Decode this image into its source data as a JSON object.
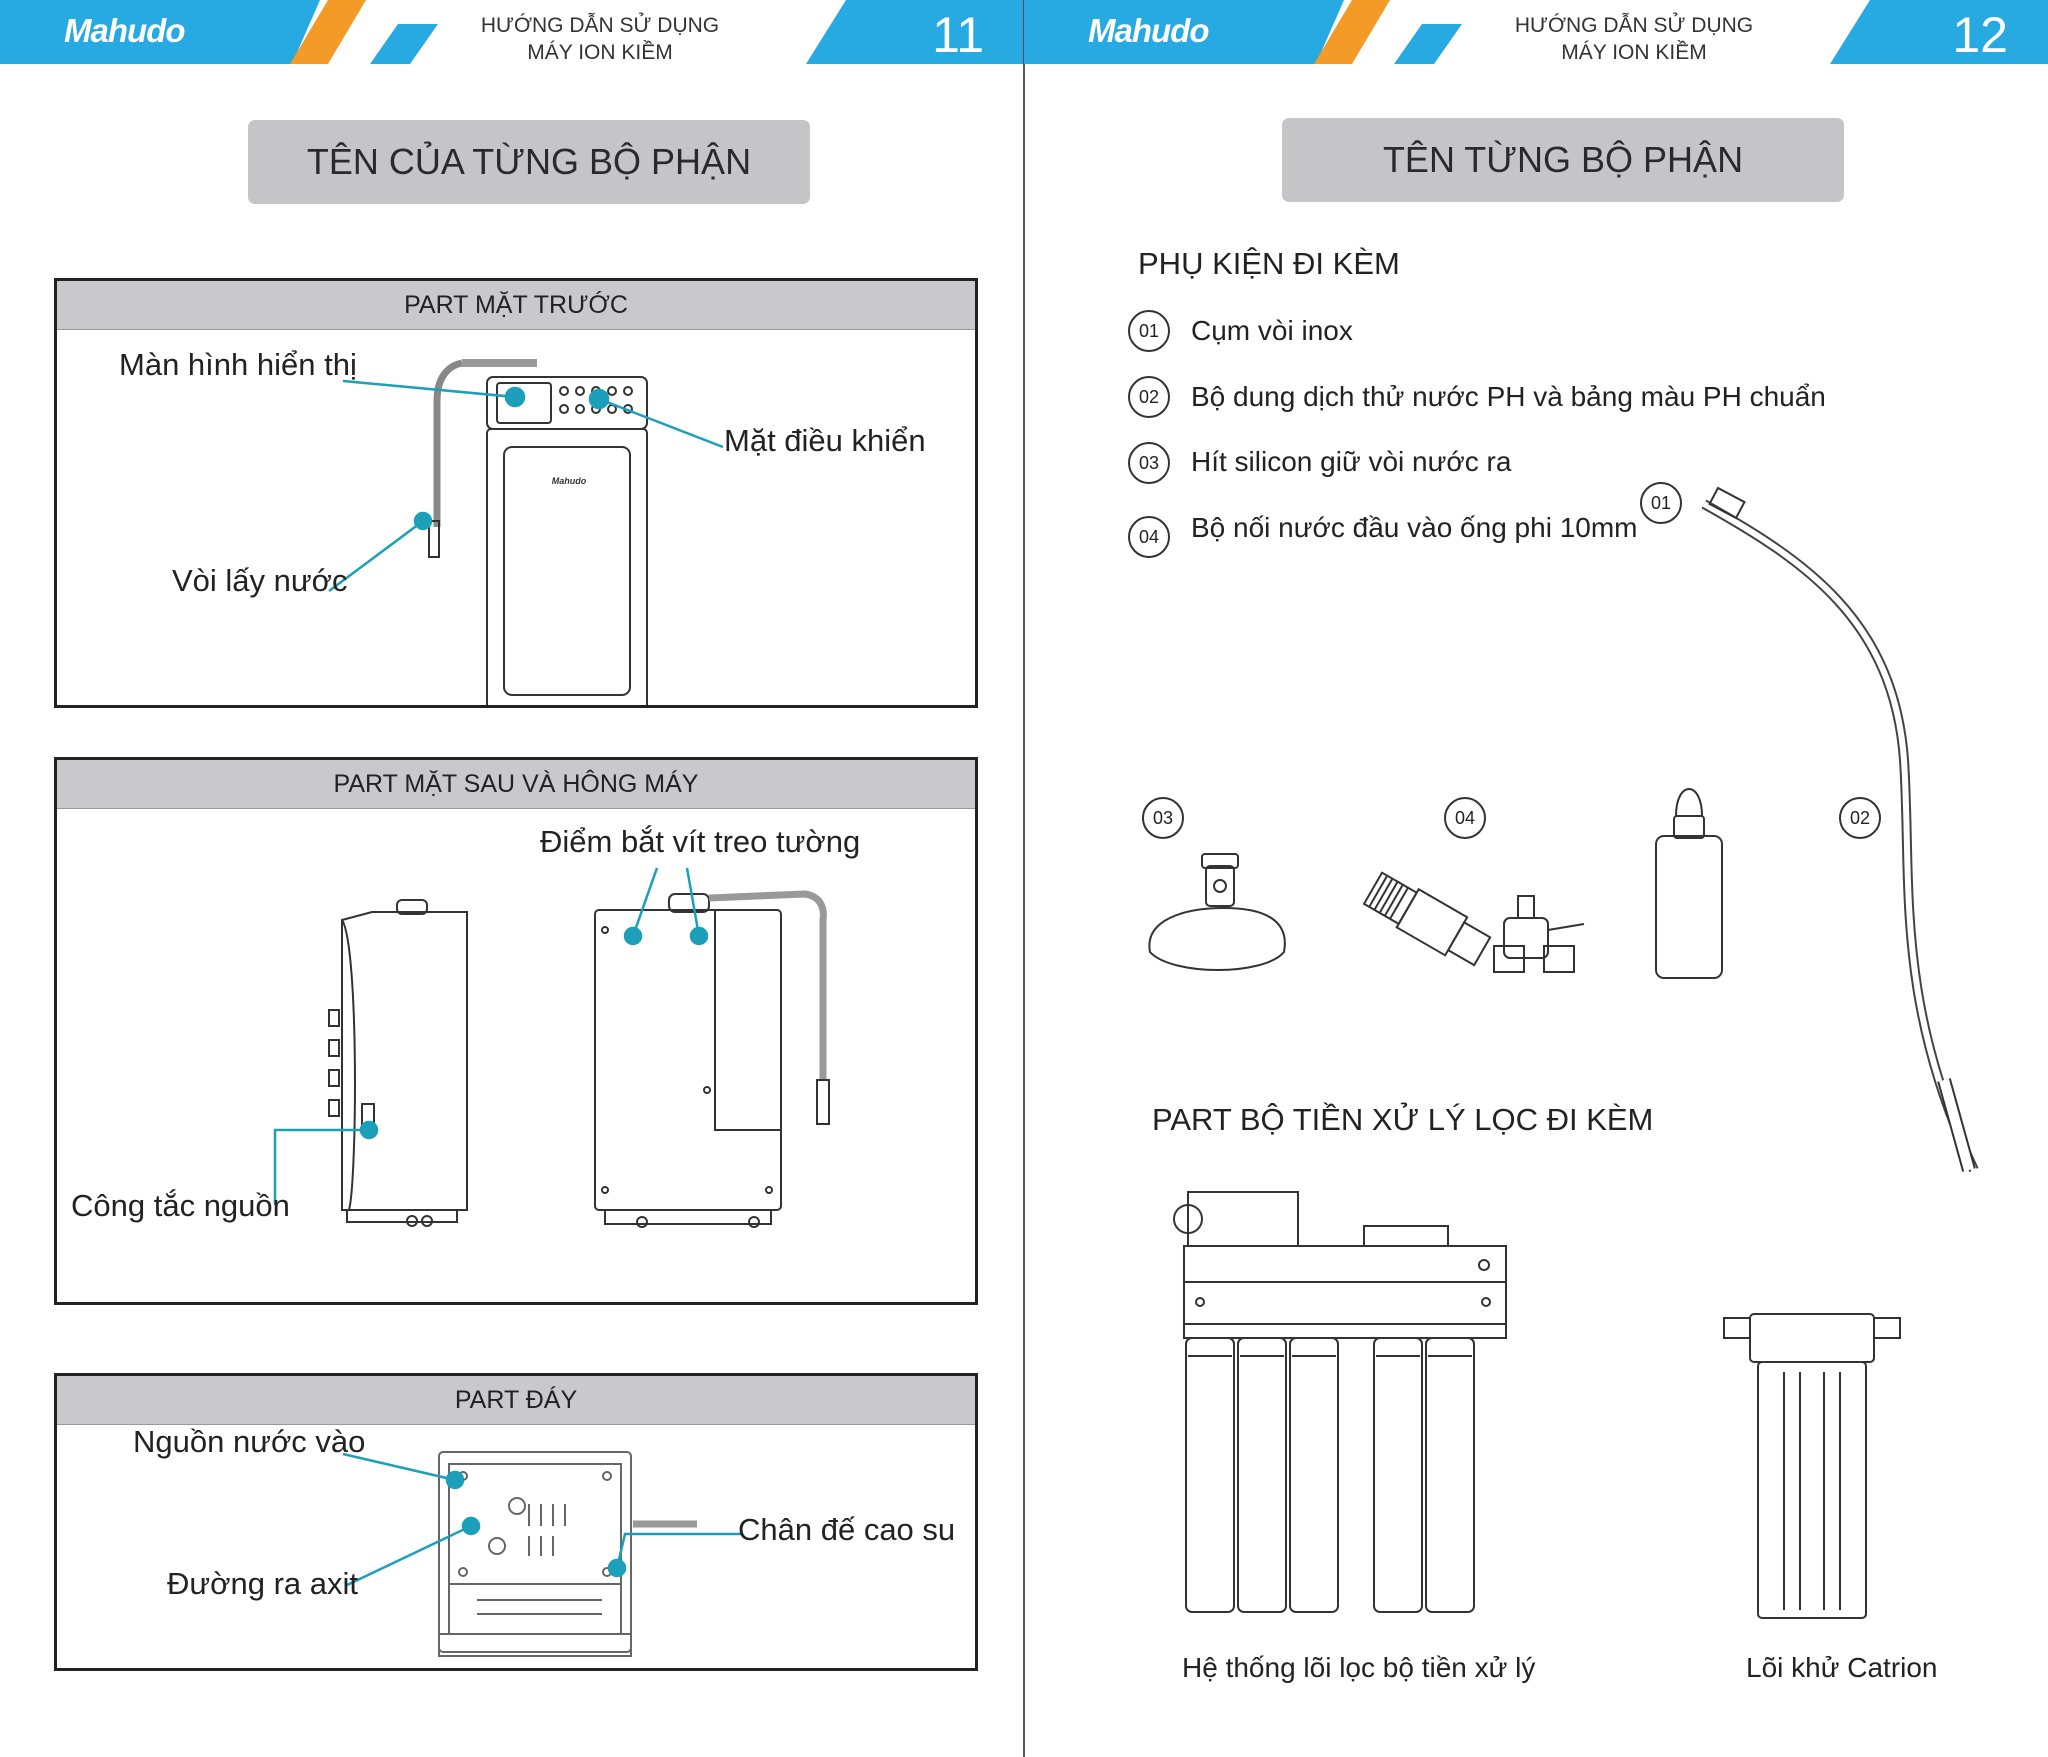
{
  "brand": {
    "logo": "Mahudo",
    "blue": "#27a9e1",
    "orange": "#f39a27",
    "teal": "#1c9fb8"
  },
  "header": {
    "title_line1": "HƯỚNG DẪN SỬ DỤNG",
    "title_line2": "MÁY ION KIỀM"
  },
  "left": {
    "page_number": "11",
    "title": "TÊN CỦA TỪNG BỘ PHẬN",
    "front": {
      "heading": "PART MẶT TRƯỚC",
      "labels": {
        "display": "Màn hình hiển thị",
        "control": "Mặt điều khiển",
        "faucet": "Vòi lấy nước"
      },
      "device_logo": "Mahudo"
    },
    "back": {
      "heading": "PART MẶT SAU VÀ HÔNG MÁY",
      "labels": {
        "screw": "Điểm bắt vít treo  tường",
        "power": "Công  tắc nguồn"
      }
    },
    "bottom": {
      "heading": "PART ĐÁY",
      "labels": {
        "water_in": "Nguồn nước vào",
        "acid_out": "Đường  ra axit",
        "rubber_feet": "Chân đế cao su"
      }
    }
  },
  "right": {
    "page_number": "12",
    "title": "TÊN TỪNG BỘ PHẬN",
    "accessories_heading": "PHỤ KIỆN ĐI KÈM",
    "accessories": [
      {
        "num": "01",
        "label": "Cụm vòi inox"
      },
      {
        "num": "02",
        "label": "Bộ dung dịch thử nước PH và bảng màu PH chuẩn"
      },
      {
        "num": "03",
        "label": "Hít silicon giữ vòi nước ra"
      },
      {
        "num": "04",
        "label": "Bộ nối nước đầu vào ống phi 10mm"
      }
    ],
    "callouts": {
      "c01": "01",
      "c02": "02",
      "c03": "03",
      "c04": "04"
    },
    "prefilter_heading": "PART BỘ TIỀN XỬ LÝ LỌC ĐI KÈM",
    "prefilter_labels": {
      "system": "Hệ thống lõi lọc bộ tiền xử lý",
      "cation": "Lõi khử Catrion"
    }
  }
}
